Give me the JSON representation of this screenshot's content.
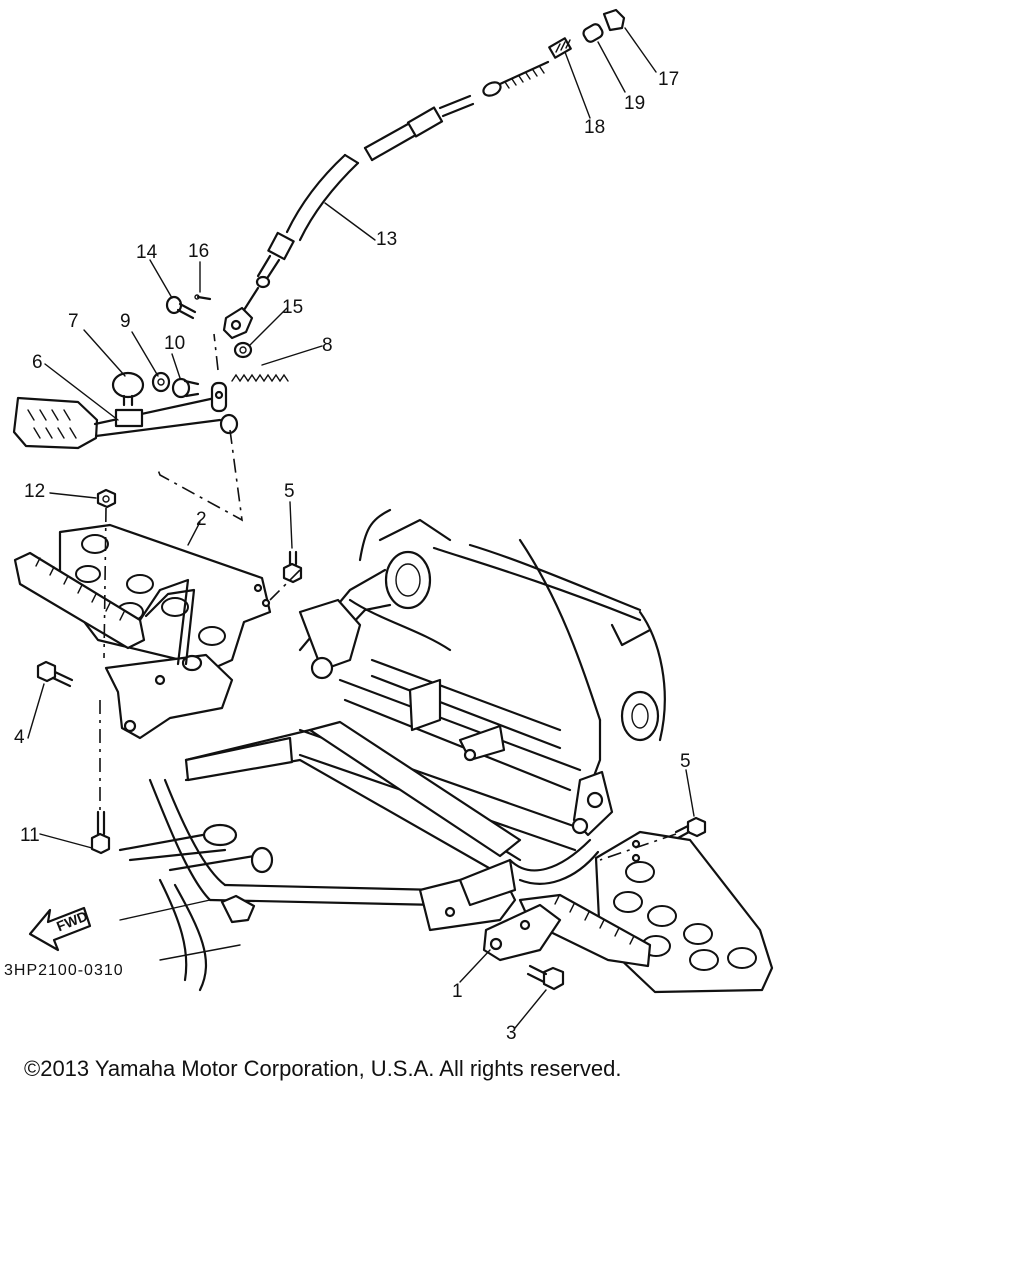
{
  "diagram": {
    "callouts": {
      "c1": "1",
      "c2": "2",
      "c3": "3",
      "c4": "4",
      "c5a": "5",
      "c5b": "5",
      "c6": "6",
      "c7": "7",
      "c8": "8",
      "c9": "9",
      "c10": "10",
      "c11": "11",
      "c12": "12",
      "c13": "13",
      "c14": "14",
      "c15": "15",
      "c16": "16",
      "c17": "17",
      "c18": "18",
      "c19": "19"
    },
    "fwd_label": "FWD",
    "drawing_code": "3HP2100-0310"
  },
  "footer": {
    "copyright": "©2013 Yamaha Motor Corporation, U.S.A. All rights reserved."
  }
}
